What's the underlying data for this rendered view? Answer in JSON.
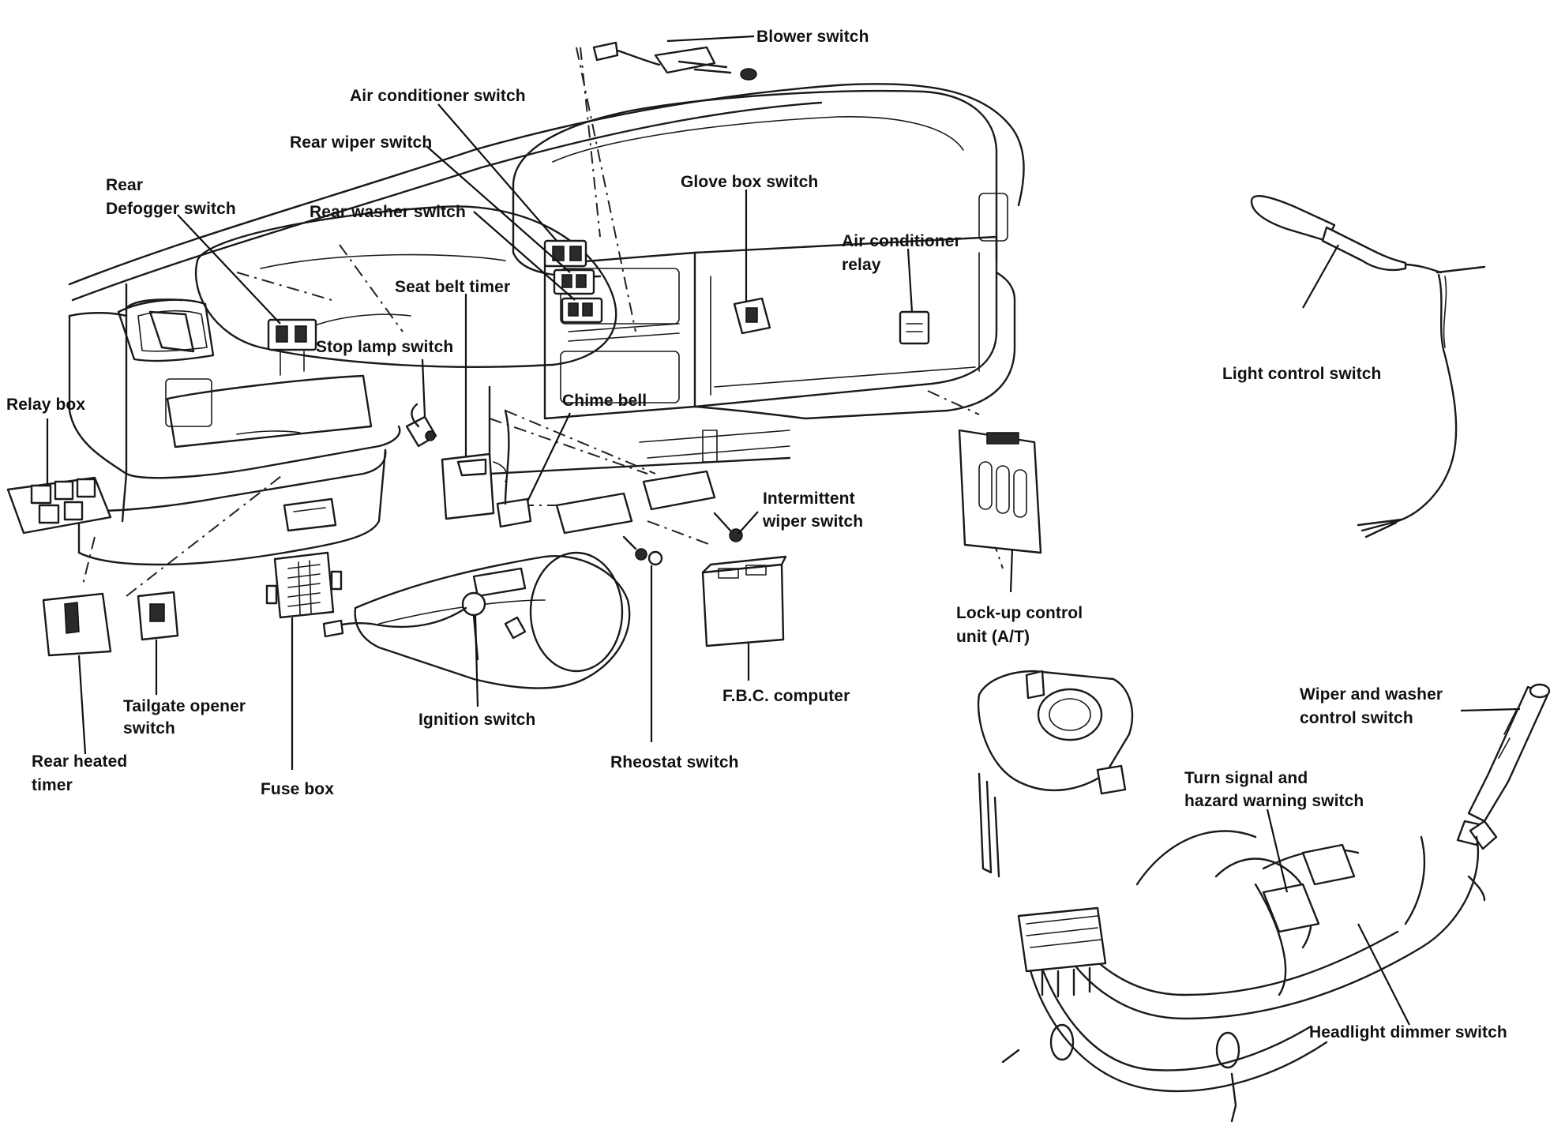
{
  "labels": {
    "blower_switch": "Blower switch",
    "air_conditioner_switch": "Air conditioner switch",
    "rear_wiper_switch": "Rear wiper switch",
    "rear_defogger_switch_1": "Rear",
    "rear_defogger_switch_2": "Defogger switch",
    "rear_washer_switch": "Rear washer switch",
    "glove_box_switch": "Glove box switch",
    "air_conditioner_relay_1": "Air conditioner",
    "air_conditioner_relay_2": "relay",
    "seat_belt_timer": "Seat belt timer",
    "stop_lamp_switch": "Stop lamp switch",
    "relay_box": "Relay box",
    "chime_bell": "Chime bell",
    "intermittent_wiper_switch_1": "Intermittent",
    "intermittent_wiper_switch_2": "wiper switch",
    "lockup_control_unit_1": "Lock-up control",
    "lockup_control_unit_2": "unit (A/T)",
    "light_control_switch": "Light control switch",
    "tailgate_opener_switch_1": "Tailgate opener",
    "tailgate_opener_switch_2": "switch",
    "ignition_switch": "Ignition switch",
    "fbc_computer": "F.B.C. computer",
    "rear_heated_timer_1": "Rear heated",
    "rear_heated_timer_2": "timer",
    "fuse_box": "Fuse box",
    "rheostat_switch": "Rheostat switch",
    "wiper_washer_control_switch_1": "Wiper and washer",
    "wiper_washer_control_switch_2": "control switch",
    "turn_signal_hazard_switch_1": "Turn signal and",
    "turn_signal_hazard_switch_2": "hazard warning switch",
    "headlight_dimmer_switch": "Headlight dimmer switch"
  }
}
